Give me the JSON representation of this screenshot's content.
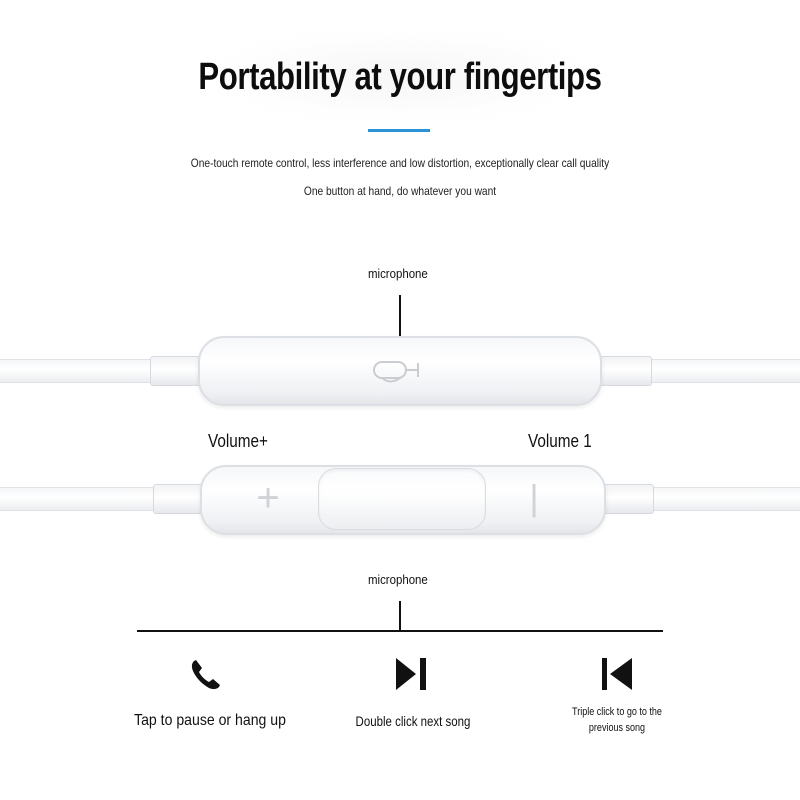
{
  "header": {
    "title": "Portability at your fingertips",
    "subtitle_line1": "One-touch remote control, less interference and low distortion, exceptionally clear call quality",
    "subtitle_line2": "One button at hand, do whatever you want"
  },
  "remote_top": {
    "label": "microphone",
    "icon": "microphone-icon"
  },
  "remote_bottom": {
    "volume_plus_label": "Volume+",
    "volume_minus_label": "Volume 1",
    "plus_symbol": "+",
    "minus_symbol": "|"
  },
  "microphone_label_2": "microphone",
  "functions": [
    {
      "icon": "phone-icon",
      "caption": "Tap to pause or hang up"
    },
    {
      "icon": "play-next-icon",
      "caption": "Double click next song"
    },
    {
      "icon": "previous-track-icon",
      "caption_line1": "Triple click to go to the",
      "caption_line2": "previous song"
    }
  ],
  "colors": {
    "accent": "#2a93d5",
    "text": "#111111",
    "remote_body": "#ffffff"
  }
}
